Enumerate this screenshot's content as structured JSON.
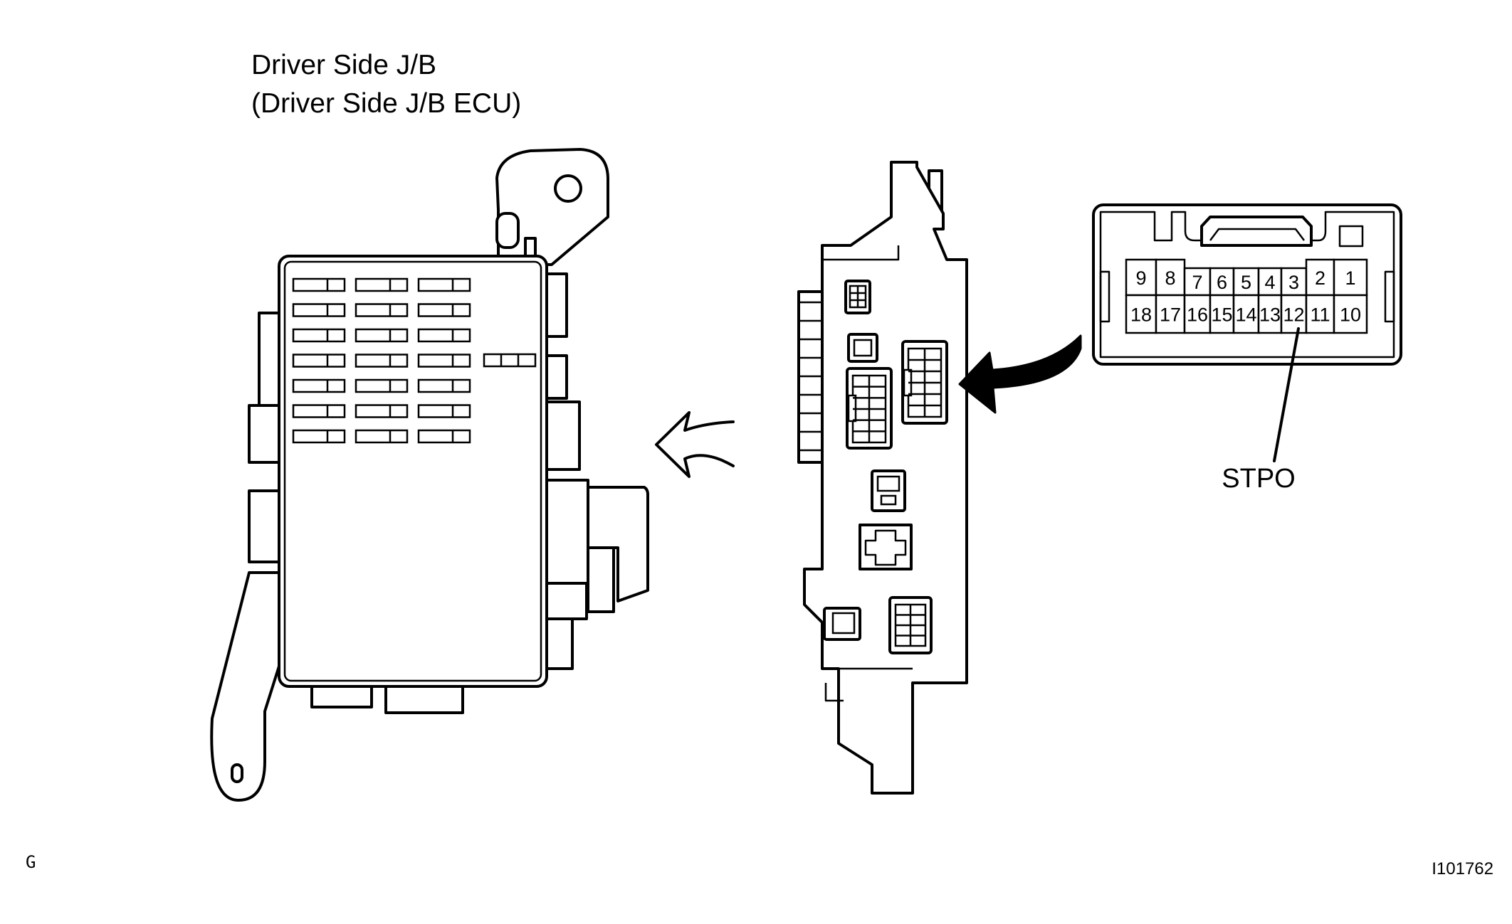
{
  "title": {
    "line1": "Driver Side J/B",
    "line2": "(Driver Side J/B ECU)"
  },
  "connector": {
    "top_row": [
      "9",
      "8",
      "7",
      "6",
      "5",
      "4",
      "3",
      "2",
      "1"
    ],
    "bottom_row": [
      "18",
      "17",
      "16",
      "15",
      "14",
      "13",
      "12",
      "11",
      "10"
    ],
    "callout_label": "STPO",
    "callout_pin": "12"
  },
  "footer": {
    "left_code": "G",
    "figure_id": "I101762"
  }
}
